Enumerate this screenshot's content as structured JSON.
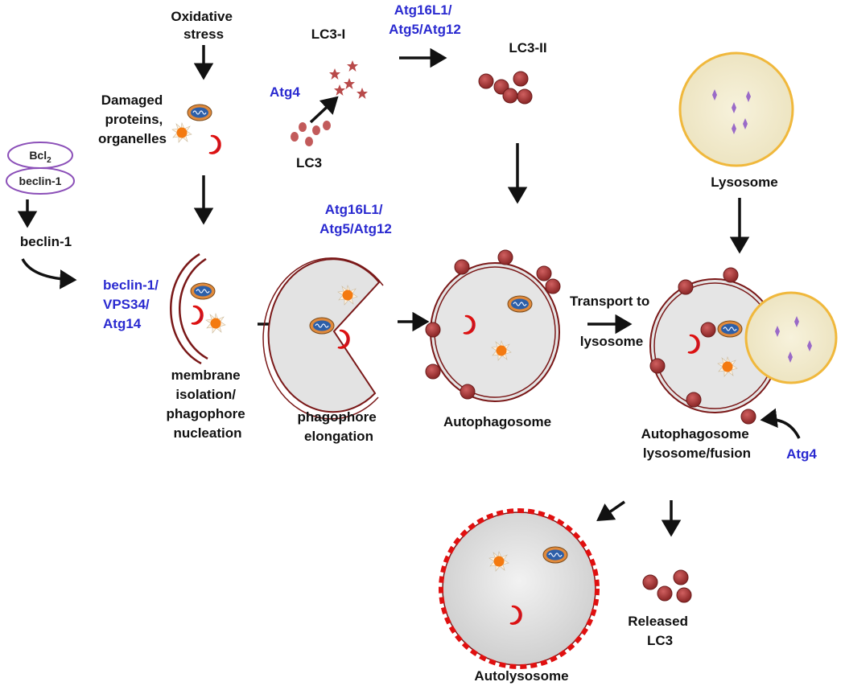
{
  "top": {
    "oxidative_stress": [
      "Oxidative",
      "stress"
    ],
    "damaged": [
      "Damaged",
      "proteins,",
      "organelles"
    ],
    "atg4_top": "Atg4",
    "lc3_i": "LC3-I",
    "lc3": "LC3",
    "atg16_top": [
      "Atg16L1/",
      "Atg5/Atg12"
    ],
    "lc3_ii": "LC3-II",
    "lysosome": "Lysosome"
  },
  "left": {
    "bcl2": "Bcl",
    "bcl2_sub": "2",
    "beclin_complex": "beclin-1",
    "beclin_free": "beclin-1"
  },
  "middle": {
    "nucleation_complex": [
      "beclin-1/",
      "VPS34/",
      "Atg14"
    ],
    "membrane_label": [
      "membrane",
      "isolation/",
      "phagophore",
      "nucleation"
    ],
    "atg16_mid": [
      "Atg16L1/",
      "Atg5/Atg12"
    ],
    "elongation_label": [
      "phagophore",
      "elongation"
    ],
    "autophagosome": "Autophagosome",
    "transport": [
      "Transport to",
      "lysosome"
    ],
    "fusion_label": [
      "Autophagosome",
      "lysosome/fusion"
    ],
    "atg4_fusion": "Atg4"
  },
  "bottom": {
    "released": [
      "Released",
      "LC3"
    ],
    "autolysosome": "Autolysosome"
  },
  "colors": {
    "lc3_red": "#a43a3a",
    "blue_text": "#2a2ad0",
    "lysosome_fill": "#f3edcf",
    "lysosome_border": "#f0b83c",
    "vesicle_fill": "#e5e5e5",
    "membrane": "#7a1818",
    "autolysosome_border": "#e01010"
  }
}
